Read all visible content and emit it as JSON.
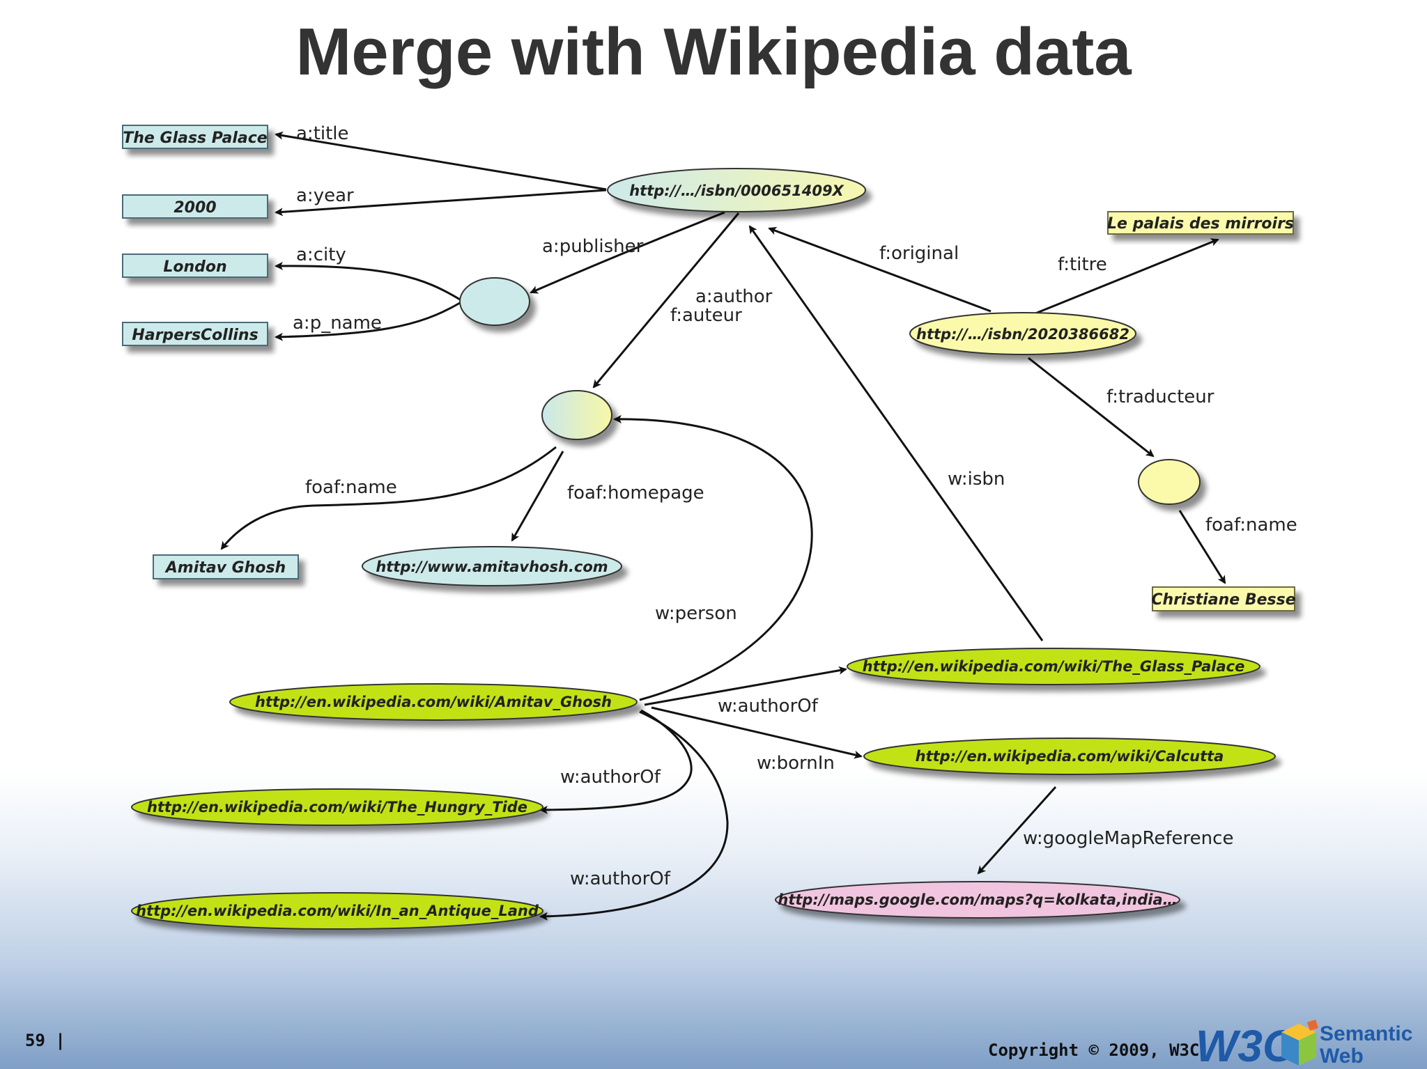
{
  "title": "Merge with Wikipedia data",
  "footer": {
    "slide_number": "59 |",
    "copyright": "Copyright © 2009, W3C",
    "logo_text_w3c": "W3C",
    "logo_text_semantic": "Semantic",
    "logo_text_web": "Web"
  },
  "nodes": {
    "literals": {
      "glass_palace": "The Glass Palace",
      "year_2000": "2000",
      "london": "London",
      "harpers": "HarpersCollins",
      "amitav_ghosh": "Amitav Ghosh",
      "le_palais": "Le palais des mirroirs",
      "christiane": "Christiane Besse"
    },
    "uris": {
      "isbn_en": "http://…/isbn/000651409X",
      "isbn_fr": "http://…/isbn/2020386682",
      "homepage": "http://www.amitavhosh.com",
      "wiki_ghosh": "http://en.wikipedia.com/wiki/Amitav_Ghosh",
      "wiki_glass": "http://en.wikipedia.com/wiki/The_Glass_Palace",
      "wiki_calcutta": "http://en.wikipedia.com/wiki/Calcutta",
      "wiki_hungry": "http://en.wikipedia.com/wiki/The_Hungry_Tide",
      "wiki_antique": "http://en.wikipedia.com/wiki/In_an_Antique_Land",
      "maps": "http://maps.google.com/maps?q=kolkata,india…"
    }
  },
  "edges": {
    "a_title": "a:title",
    "a_year": "a:year",
    "a_city": "a:city",
    "a_p_name": "a:p_name",
    "a_publisher": "a:publisher",
    "a_author": "a:author",
    "f_auteur": "f:auteur",
    "f_original": "f:original",
    "f_titre": "f:titre",
    "f_traducteur": "f:traducteur",
    "foaf_name_1": "foaf:name",
    "foaf_homepage": "foaf:homepage",
    "foaf_name_2": "foaf:name",
    "w_isbn": "w:isbn",
    "w_person": "w:person",
    "w_authorOf_1": "w:authorOf",
    "w_bornIn": "w:bornIn",
    "w_authorOf_2": "w:authorOf",
    "w_authorOf_3": "w:authorOf",
    "w_googleMapReference": "w:googleMapReference"
  },
  "colors": {
    "english_data": "#cdeaea",
    "french_data": "#fafaaa",
    "wikipedia_data": "#c2e216",
    "maps_node": "#f1c5df",
    "title_text": "#333333"
  }
}
